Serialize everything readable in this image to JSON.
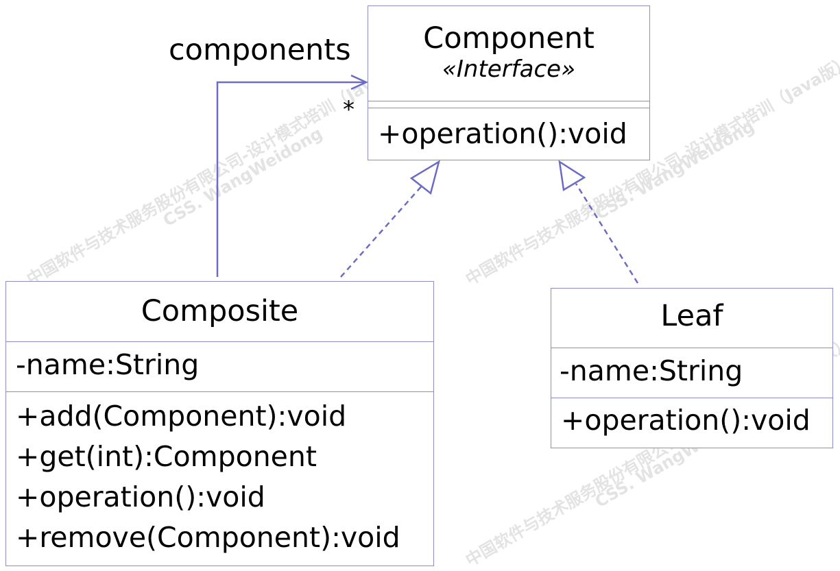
{
  "classes": {
    "component": {
      "name": "Component",
      "stereotype": "«Interface»",
      "operations": [
        "+operation():void"
      ]
    },
    "composite": {
      "name": "Composite",
      "attributes": [
        "-name:String"
      ],
      "operations": [
        "+add(Component):void",
        "+get(int):Component",
        "+operation():void",
        "+remove(Component):void"
      ]
    },
    "leaf": {
      "name": "Leaf",
      "attributes": [
        "-name:String"
      ],
      "operations": [
        "+operation():void"
      ]
    }
  },
  "association": {
    "role": "components",
    "multiplicity": "*"
  },
  "watermark": {
    "line1": "中国软件与技术服务股份有限公司-设计模式培训（Java版）",
    "line2": "CSS. WangWeidong"
  },
  "colors": {
    "line": "#6b6bc6",
    "border": "#8c8cc9",
    "watermark": "#e3e3e3"
  }
}
